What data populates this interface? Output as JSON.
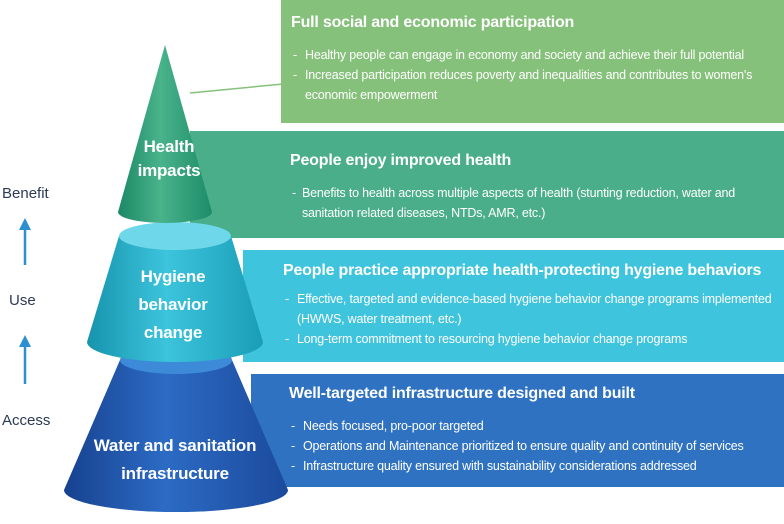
{
  "axis": {
    "benefit": "Benefit",
    "use": "Use",
    "access": "Access"
  },
  "tiers": {
    "health": [
      "Health",
      "impacts"
    ],
    "hygiene": [
      "Hygiene",
      "behavior",
      "change"
    ],
    "water": [
      "Water and sanitation",
      "infrastructure"
    ]
  },
  "bands": {
    "participation": {
      "title": "Full social and economic participation",
      "bullets": [
        "Healthy people can engage in economy and society and achieve their full potential",
        "Increased participation reduces poverty and inequalities and contributes to women's economic empowerment"
      ]
    },
    "health": {
      "title": "People enjoy improved health",
      "bullets": [
        "Benefits to health across multiple aspects of health (stunting reduction, water and sanitation related diseases, NTDs, AMR, etc.)"
      ]
    },
    "hygiene": {
      "title": "People practice appropriate health-protecting hygiene behaviors",
      "bullets": [
        "Effective, targeted and evidence-based hygiene behavior change programs implemented (HWWS, water treatment, etc.)",
        "Long-term commitment to resourcing hygiene behavior change programs"
      ]
    },
    "infrastructure": {
      "title": "Well-targeted infrastructure designed and built",
      "bullets": [
        "Needs focused, pro-poor targeted",
        "Operations and Maintenance prioritized to ensure quality and continuity of services",
        "Infrastructure quality ensured with sustainability considerations addressed"
      ]
    }
  },
  "colors": {
    "participation": "#86c17b",
    "health": "#4aae8a",
    "hygiene": "#3fc4dd",
    "infrastructure": "#2f72c1",
    "arrow": "#2e8fd0",
    "axis_text": "#2b3a55"
  }
}
